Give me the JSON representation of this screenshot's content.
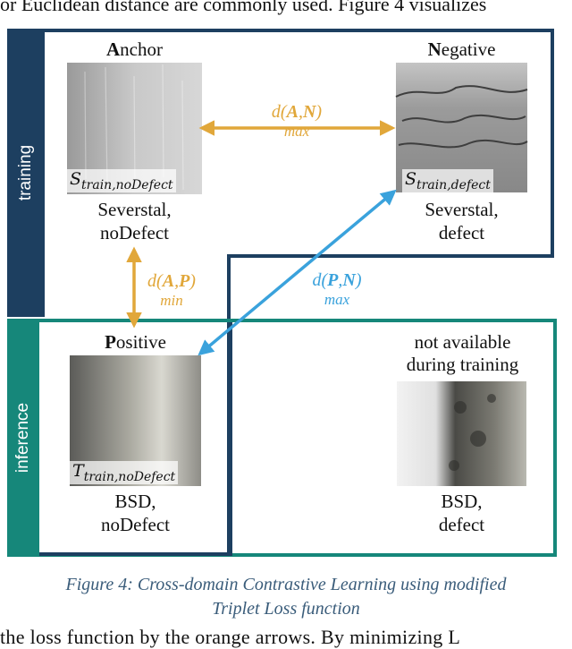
{
  "text_above": "or Euclidean distance are commonly used. Figure 4 visualizes",
  "text_below": "the loss function by the orange arrows. By minimizing L",
  "side_labels": {
    "training": "training",
    "inference": "inference"
  },
  "nodes": {
    "anchor": {
      "title_initial": "A",
      "title_rest": "nchor",
      "symbol": "S",
      "subscript": "train,noDefect",
      "line1": "Severstal,",
      "line2": "noDefect"
    },
    "negative": {
      "title_initial": "N",
      "title_rest": "egative",
      "symbol": "S",
      "subscript": "train,defect",
      "line1": "Severstal,",
      "line2": "defect"
    },
    "positive": {
      "title_initial": "P",
      "title_rest": "ositive",
      "symbol": "T",
      "subscript": "train,noDefect",
      "line1": "BSD,",
      "line2": "noDefect"
    },
    "unavailable": {
      "title_line1": "not available",
      "title_line2": "during training",
      "line1": "BSD,",
      "line2": "defect"
    }
  },
  "arrows": {
    "an": {
      "d": "d(",
      "a": "A",
      "comma": ",",
      "b": "N",
      "close": ")",
      "qual": "max",
      "color": "#e1a73a"
    },
    "ap": {
      "d": "d(",
      "a": "A",
      "comma": ",",
      "b": "P",
      "close": ")",
      "qual": "min",
      "color": "#e1a73a"
    },
    "pn": {
      "d": "d(",
      "a": "P",
      "comma": ",",
      "b": "N",
      "close": ")",
      "qual": "max",
      "color": "#3aa2dc"
    }
  },
  "colors": {
    "training": "#1d3f60",
    "inference": "#16877a"
  },
  "caption": {
    "line1": "Figure 4: Cross-domain Contrastive Learning using modified",
    "line2": "Triplet Loss function"
  }
}
